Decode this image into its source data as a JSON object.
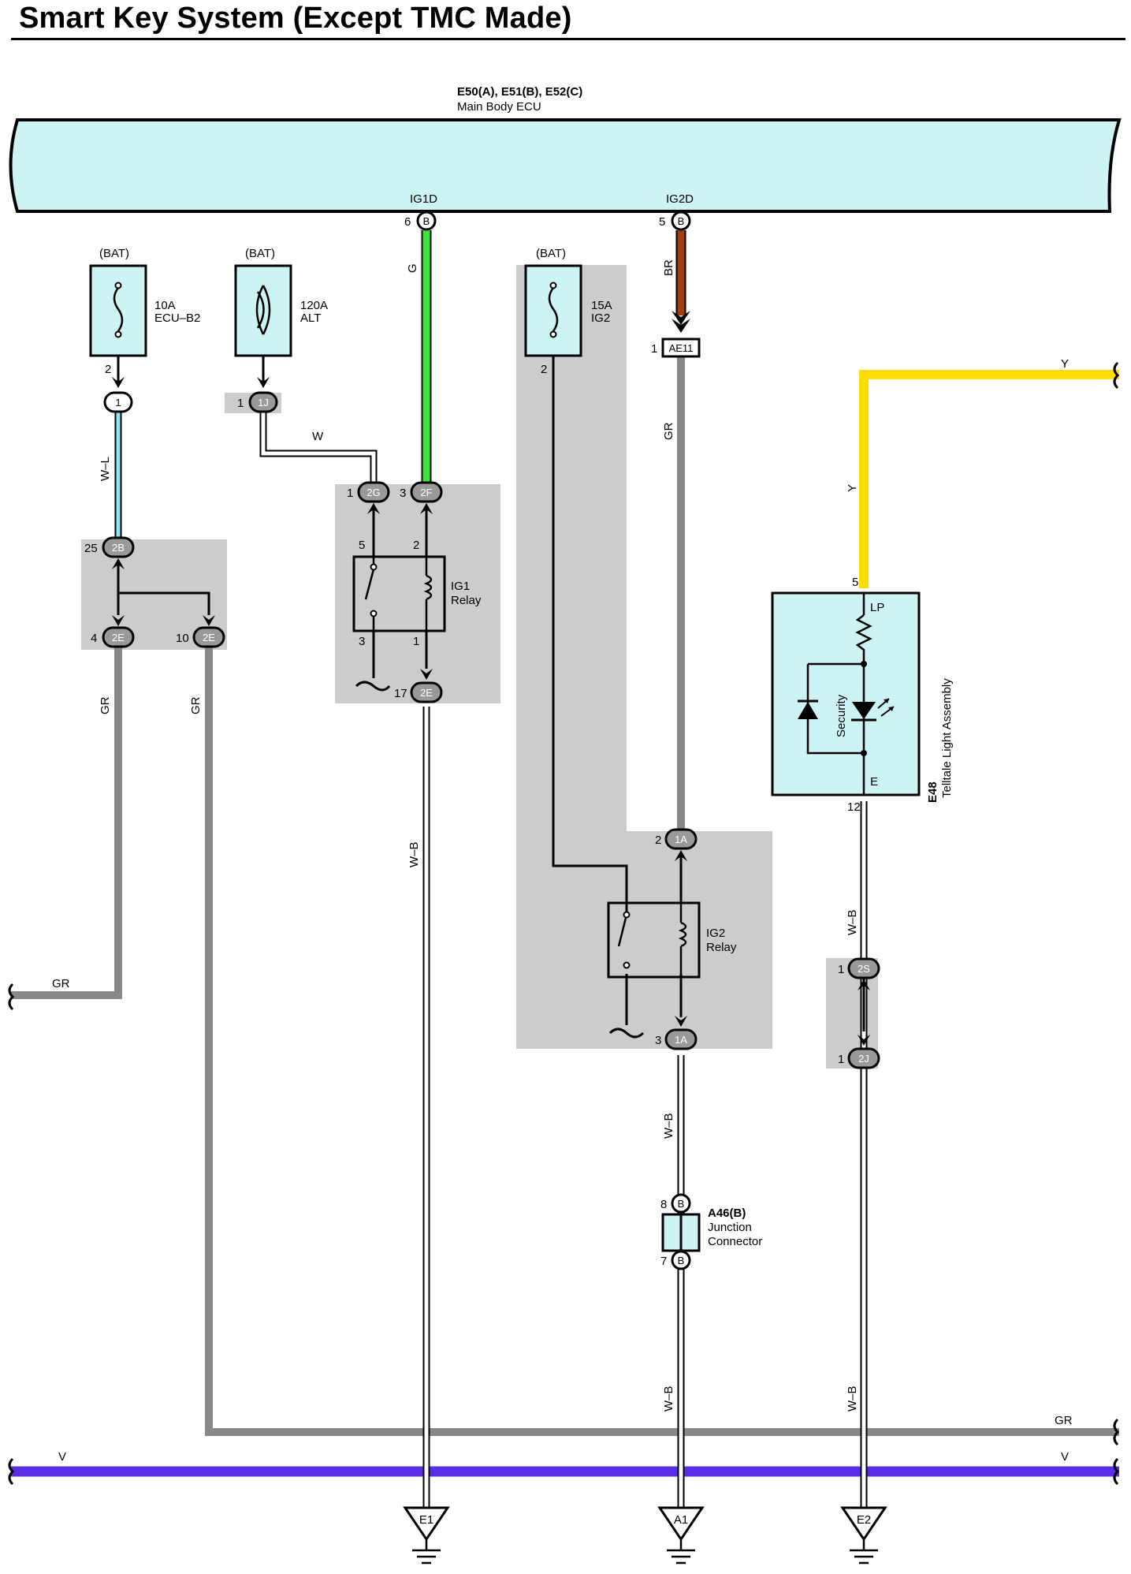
{
  "title": "Smart Key System (Except TMC Made)",
  "colors": {
    "ecu_fill": "#cdf3f5",
    "junction_shade": "#cccccc",
    "wire_green": "#3fe43b",
    "wire_brown": "#a23a12",
    "wire_gray": "#888888",
    "wire_yellow": "#ffdd00",
    "wire_violet": "#5a2ee8",
    "wire_light_blue": "#8fe8f2"
  },
  "ecu": {
    "connectors": "E50(A), E51(B), E52(C)",
    "name": "Main Body ECU",
    "pin_ig1d": {
      "label": "IG1D",
      "num": "6",
      "code": "B"
    },
    "pin_ig2d": {
      "label": "IG2D",
      "num": "5",
      "code": "B"
    }
  },
  "fuses": {
    "ecu_b2": {
      "source": "(BAT)",
      "rating": "10A",
      "name": "ECU–B2"
    },
    "alt": {
      "source": "(BAT)",
      "rating": "120A",
      "name": "ALT"
    },
    "ig2": {
      "source": "(BAT)",
      "rating": "15A",
      "name": "IG2"
    }
  },
  "wires": {
    "g": "G",
    "br": "BR",
    "gr": "GR",
    "y": "Y",
    "w": "W",
    "w_l": "W–L",
    "w_b": "W–B",
    "v": "V"
  },
  "junctions": {
    "j1": {
      "num": "2",
      "code": "1"
    },
    "j1j": {
      "num": "1",
      "code": "1J"
    },
    "j2b": {
      "num": "25",
      "code": "2B"
    },
    "j2e4": {
      "num": "4",
      "code": "2E"
    },
    "j2e10": {
      "num": "10",
      "code": "2E"
    },
    "j2g": {
      "num": "1",
      "code": "2G"
    },
    "j2f": {
      "num": "3",
      "code": "2F"
    },
    "j2e17": {
      "num": "17",
      "code": "2E"
    },
    "jae11": {
      "num": "1",
      "code": "AE11"
    },
    "j1a_top": {
      "num": "2",
      "code": "1A"
    },
    "j1a_bot": {
      "num": "3",
      "code": "1A"
    },
    "j2s": {
      "num": "1",
      "code": "2S"
    },
    "j2j": {
      "num": "1",
      "code": "2J"
    },
    "a46_8": {
      "num": "8",
      "code": "B"
    },
    "a46_7": {
      "num": "7",
      "code": "B"
    }
  },
  "relays": {
    "ig1": {
      "name": "IG1",
      "sub": "Relay",
      "p5": "5",
      "p2": "2",
      "p3": "3",
      "p1": "1"
    },
    "ig2": {
      "name": "IG2",
      "sub": "Relay"
    }
  },
  "fuse_pins": {
    "ig2_out": "2"
  },
  "telltale": {
    "id": "E48",
    "name": "Telltale Light Assembly",
    "lp": "LP",
    "e": "E",
    "security": "Security",
    "pin_top": "5",
    "pin_bottom": "12"
  },
  "junction_connector": {
    "id": "A46(B)",
    "name1": "Junction",
    "name2": "Connector"
  },
  "grounds": {
    "e1": "E1",
    "a1": "A1",
    "e2": "E2"
  }
}
